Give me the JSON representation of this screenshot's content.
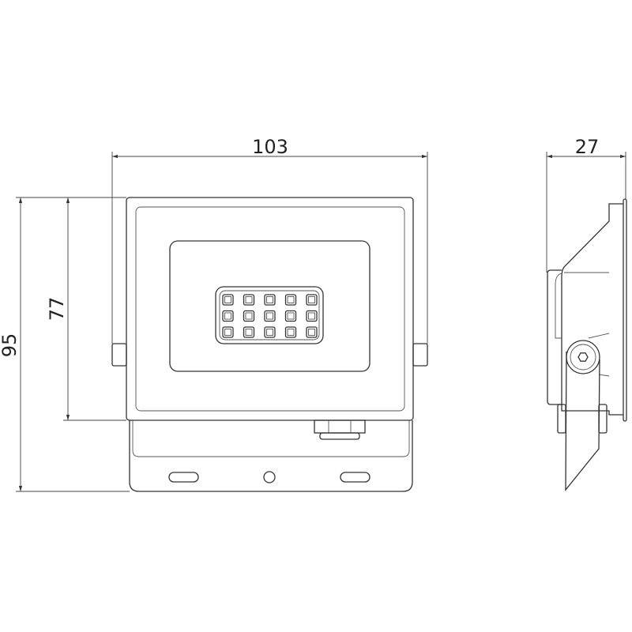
{
  "drawing": {
    "dimensions": {
      "width": "103",
      "depth": "27",
      "body_height": "77",
      "total_height": "95"
    },
    "led_grid": {
      "rows": 3,
      "columns": 5
    },
    "line_color": "#333333"
  }
}
